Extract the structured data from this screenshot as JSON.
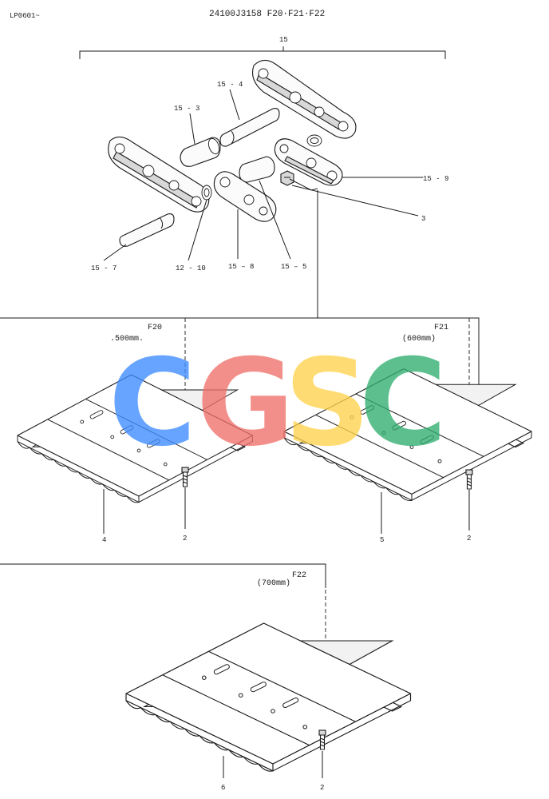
{
  "header": {
    "page_code": "LP0601~",
    "title": "24100J3158 F20·F21·F22"
  },
  "assembly": {
    "group_label": "15",
    "callouts": {
      "p15_3": "15 - 3",
      "p15_4": "15 - 4",
      "p15_5": "15 – 5",
      "p15_7": "15 - 7",
      "p15_8": "15 – 8",
      "p15_9": "15 - 9",
      "p12_10": "12 - 10",
      "p3": "3"
    }
  },
  "variants": {
    "f20": {
      "code": "F20",
      "width": ".500mm.",
      "shoe_label": "4",
      "bolt_label": "2"
    },
    "f21": {
      "code": "F21",
      "width": "(600mm)",
      "shoe_label": "5",
      "bolt_label": "2"
    },
    "f22": {
      "code": "F22",
      "width": "(700mm)",
      "shoe_label": "6",
      "bolt_label": "2"
    }
  },
  "watermark": {
    "letters": [
      "C",
      "G",
      "S",
      "C"
    ],
    "colors": [
      "#3d8bff",
      "#f0706a",
      "#ffd34d",
      "#2fae6e"
    ]
  }
}
